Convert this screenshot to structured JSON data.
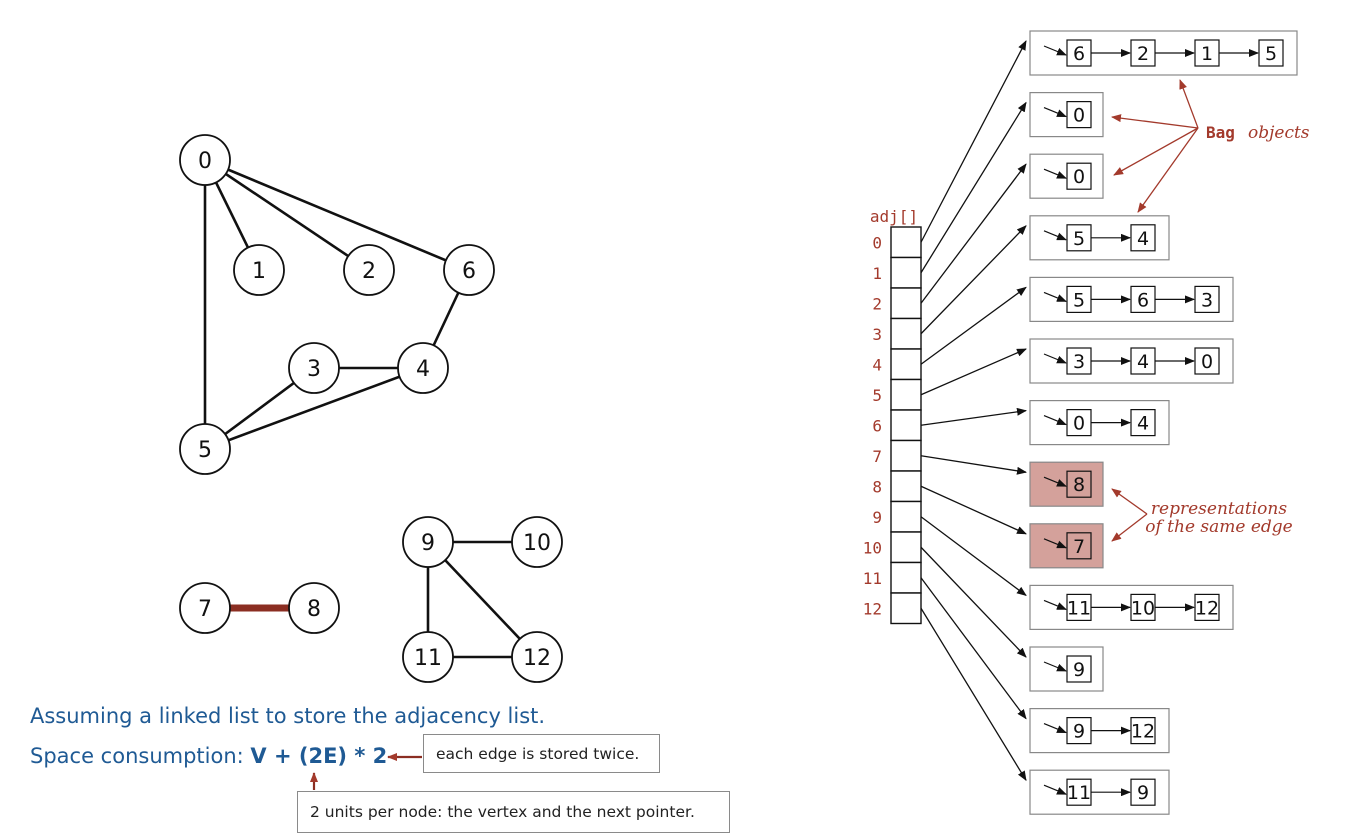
{
  "graph": {
    "vertices": [
      {
        "id": "0"
      },
      {
        "id": "1"
      },
      {
        "id": "2"
      },
      {
        "id": "6"
      },
      {
        "id": "3"
      },
      {
        "id": "4"
      },
      {
        "id": "5"
      },
      {
        "id": "9"
      },
      {
        "id": "10"
      },
      {
        "id": "7"
      },
      {
        "id": "8"
      },
      {
        "id": "11"
      },
      {
        "id": "12"
      }
    ],
    "edges": [
      [
        "0",
        "1"
      ],
      [
        "0",
        "2"
      ],
      [
        "0",
        "6"
      ],
      [
        "0",
        "5"
      ],
      [
        "6",
        "4"
      ],
      [
        "3",
        "4"
      ],
      [
        "3",
        "5"
      ],
      [
        "4",
        "5"
      ],
      [
        "9",
        "10"
      ],
      [
        "9",
        "11"
      ],
      [
        "9",
        "12"
      ],
      [
        "11",
        "12"
      ],
      [
        "7",
        "8"
      ]
    ],
    "highlighted_edge": [
      "7",
      "8"
    ],
    "highlight_color": "#8b2e22"
  },
  "adj_array": {
    "label": "adj[]",
    "indices": [
      "0",
      "1",
      "2",
      "3",
      "4",
      "5",
      "6",
      "7",
      "8",
      "9",
      "10",
      "11",
      "12"
    ]
  },
  "bags": [
    {
      "items": [
        "6",
        "2",
        "1",
        "5"
      ],
      "highlight": false
    },
    {
      "items": [
        "0"
      ],
      "highlight": false
    },
    {
      "items": [
        "0"
      ],
      "highlight": false
    },
    {
      "items": [
        "5",
        "4"
      ],
      "highlight": false
    },
    {
      "items": [
        "5",
        "6",
        "3"
      ],
      "highlight": false
    },
    {
      "items": [
        "3",
        "4",
        "0"
      ],
      "highlight": false
    },
    {
      "items": [
        "0",
        "4"
      ],
      "highlight": false
    },
    {
      "items": [
        "8"
      ],
      "highlight": true
    },
    {
      "items": [
        "7"
      ],
      "highlight": true
    },
    {
      "items": [
        "11",
        "10",
        "12"
      ],
      "highlight": false
    },
    {
      "items": [
        "9"
      ],
      "highlight": false
    },
    {
      "items": [
        "9",
        "12"
      ],
      "highlight": false
    },
    {
      "items": [
        "11",
        "9"
      ],
      "highlight": false
    }
  ],
  "annotations": {
    "bag_objects": {
      "mono": "Bag",
      "italic": "objects"
    },
    "same_edge": {
      "line1": "representations",
      "line2": "of the same edge"
    }
  },
  "colors": {
    "accent_red": "#a33a2c",
    "highlight_fill": "#d4a19b",
    "caption_blue": "#1f5a94"
  },
  "caption": {
    "line1": "Assuming a linked list to store the adjacency list.",
    "line2_prefix": "Space consumption: ",
    "line2_formula": "V + (2E) * 2"
  },
  "callouts": {
    "twice": "each edge is stored twice.",
    "units": "2 units per node: the vertex and the next pointer."
  }
}
